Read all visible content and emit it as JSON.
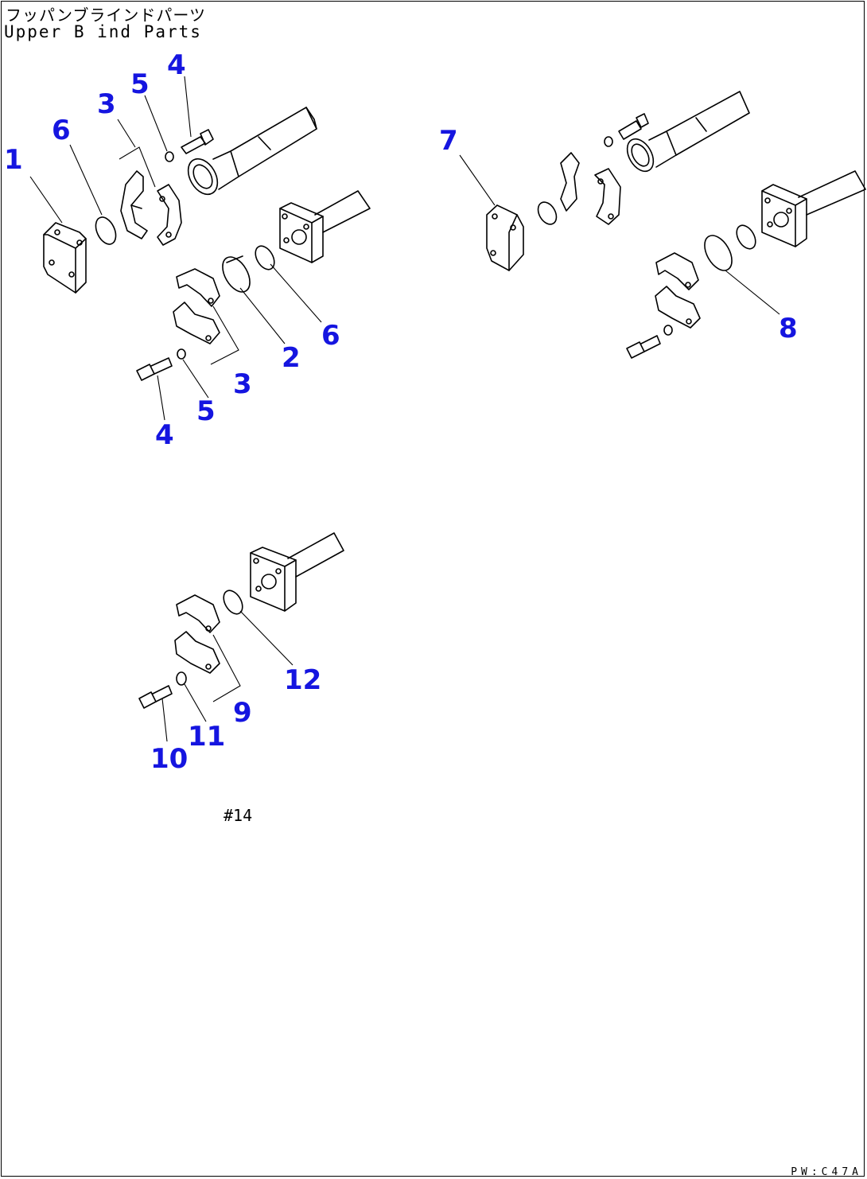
{
  "title_jp": "フッパンブラインドパーツ",
  "title_en": "Upper B ind Parts",
  "note": "#14",
  "drawing_code": "PW:C47A",
  "colors": {
    "callout": "#1515e0",
    "line": "#000000"
  },
  "callouts": [
    "1",
    "6",
    "3",
    "5",
    "4",
    "2",
    "6",
    "3",
    "5",
    "4",
    "7",
    "8",
    "9",
    "10",
    "11",
    "12"
  ]
}
